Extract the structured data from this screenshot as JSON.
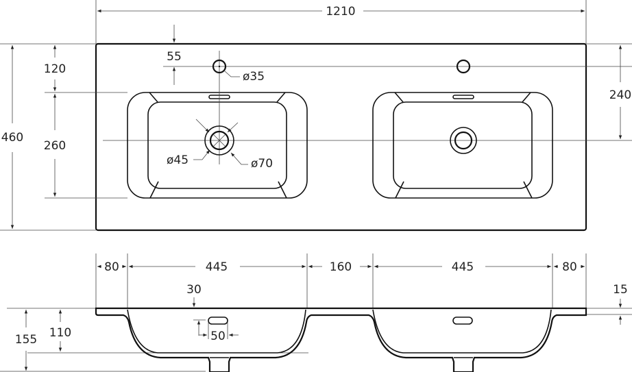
{
  "top_view": {
    "overall_width": "1210",
    "overall_depth": "460",
    "tap_offset": "55",
    "tap_hole_diameter": "ø35",
    "front_to_bowl": "120",
    "bowl_depth": "260",
    "back_to_center": "240",
    "drain_inner_diameter": "ø45",
    "drain_outer_diameter": "ø70"
  },
  "side_view": {
    "left_margin": "80",
    "left_bowl_width": "445",
    "bowl_gap": "160",
    "right_bowl_width": "445",
    "right_margin": "80",
    "overflow_offset": "30",
    "rim_thickness": "15",
    "bowl_height": "110",
    "total_height": "155",
    "overflow_width": "50"
  },
  "colors": {
    "line": "#111111",
    "background": "#ffffff"
  }
}
